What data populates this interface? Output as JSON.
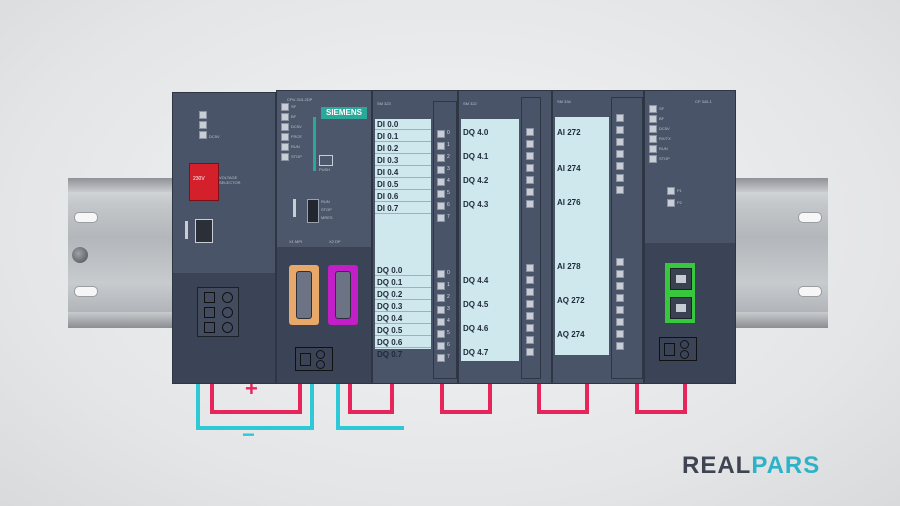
{
  "colors": {
    "module_body": "#4a5468",
    "io_label": "#cfe8ee",
    "wire_red": "#e8255a",
    "wire_cyan": "#2ec8d6",
    "logo_dark": "#3e4451",
    "logo_teal": "#2db3c8",
    "psu_red": "#d3202a",
    "port_orange": "#e7a86a",
    "port_magenta": "#c31ec8",
    "port_green": "#38c83e"
  },
  "power_supply": {
    "leds": [
      "DC5V"
    ],
    "selector_label": "VOLTAGE SELECTOR",
    "selector_value": "230V"
  },
  "cpu": {
    "title": "CPU 315-2DP",
    "brand": "SIEMENS",
    "status_leds": [
      "SF",
      "BF",
      "DC5V",
      "FRCE",
      "RUN",
      "STOP"
    ],
    "push_label": "PUSH",
    "mode_labels": [
      "RUN",
      "STOP",
      "MRES"
    ],
    "port_labels": [
      "X1 MPI",
      "X2 DP"
    ]
  },
  "di_module": {
    "title": "SM 323",
    "inputs": [
      "DI 0.0",
      "DI 0.1",
      "DI 0.2",
      "DI 0.3",
      "DI 0.4",
      "DI 0.5",
      "DI 0.6",
      "DI 0.7"
    ],
    "outputs": [
      "DQ 0.0",
      "DQ 0.1",
      "DQ 0.2",
      "DQ 0.3",
      "DQ 0.4",
      "DQ 0.5",
      "DQ 0.6",
      "DQ 0.7"
    ],
    "numbers": [
      "0",
      "1",
      "2",
      "3",
      "4",
      "5",
      "6",
      "7"
    ]
  },
  "dq_module": {
    "title": "SM 322",
    "outputs_top": [
      "DQ 4.0",
      "DQ 4.1",
      "DQ 4.2",
      "DQ 4.3"
    ],
    "outputs_bottom": [
      "DQ 4.4",
      "DQ 4.5",
      "DQ 4.6",
      "DQ 4.7"
    ]
  },
  "analog_module": {
    "title": "SM 334",
    "inputs": [
      "AI 272",
      "AI 274",
      "AI 276",
      "AI 278"
    ],
    "outputs": [
      "AQ 272",
      "AQ 274"
    ]
  },
  "comm_module": {
    "title": "CP 343-1",
    "status_leds": [
      "SF",
      "BF",
      "DC5V",
      "RX/TX",
      "RUN",
      "STOP"
    ],
    "port_labels": [
      "P1",
      "P2"
    ]
  },
  "wiring": {
    "plus_sign": "+",
    "minus_sign": "−"
  },
  "logo": {
    "part1": "REAL",
    "part2": "PARS"
  }
}
